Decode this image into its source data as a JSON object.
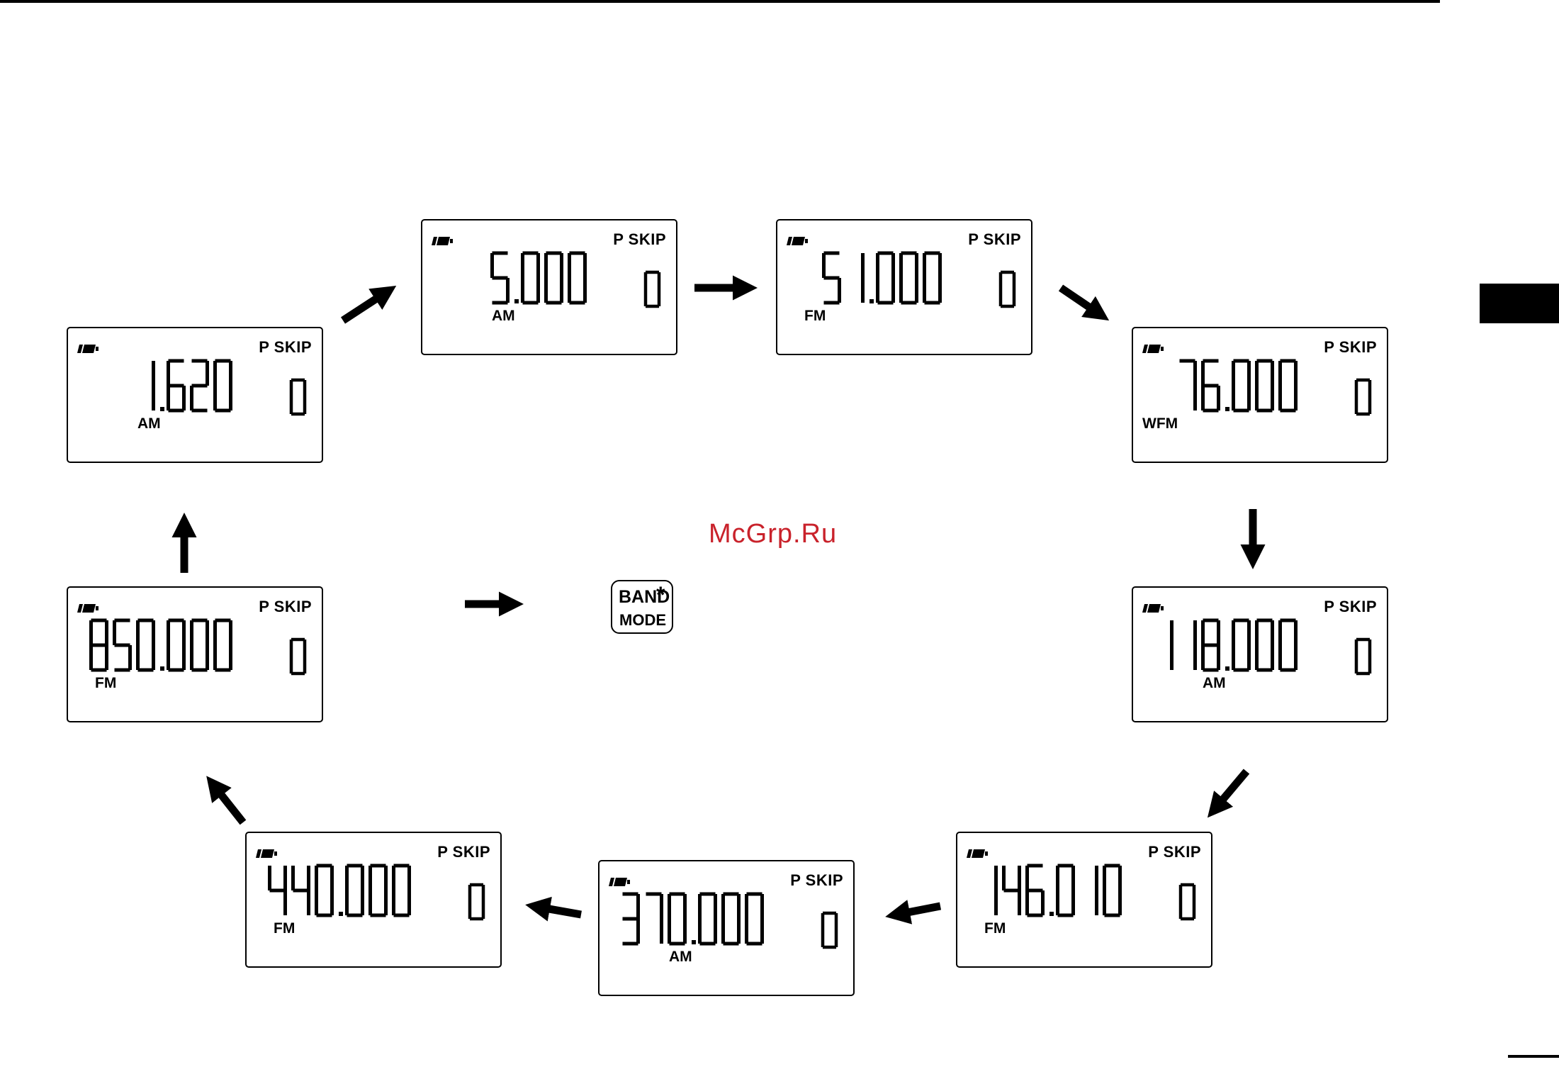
{
  "colors": {
    "ink": "#000000",
    "background": "#ffffff",
    "watermark": "#c9222b"
  },
  "watermark": "McGrp.Ru",
  "band_key": {
    "top_label": "BAND",
    "star": "*",
    "bottom_label": "MODE"
  },
  "displays": [
    {
      "id": "d1",
      "frequency": "1.620",
      "mode": "AM",
      "channel": "0",
      "indicator": "P SKIP",
      "icon": "battery-icon"
    },
    {
      "id": "d2",
      "frequency": "5.000",
      "mode": "AM",
      "channel": "0",
      "indicator": "P SKIP",
      "icon": "battery-icon"
    },
    {
      "id": "d3",
      "frequency": "51.000",
      "mode": "FM",
      "channel": "0",
      "indicator": "P SKIP",
      "icon": "battery-icon"
    },
    {
      "id": "d4",
      "frequency": "76.000",
      "mode": "WFM",
      "channel": "0",
      "indicator": "P SKIP",
      "icon": "battery-icon"
    },
    {
      "id": "d5",
      "frequency": "118.000",
      "mode": "AM",
      "channel": "0",
      "indicator": "P SKIP",
      "icon": "battery-icon"
    },
    {
      "id": "d6",
      "frequency": "146.010",
      "mode": "FM",
      "channel": "0",
      "indicator": "P SKIP",
      "icon": "battery-icon"
    },
    {
      "id": "d7",
      "frequency": "370.000",
      "mode": "AM",
      "channel": "0",
      "indicator": "P SKIP",
      "icon": "battery-icon"
    },
    {
      "id": "d8",
      "frequency": "440.000",
      "mode": "FM",
      "channel": "0",
      "indicator": "P SKIP",
      "icon": "battery-icon"
    },
    {
      "id": "d9",
      "frequency": "850.000",
      "mode": "FM",
      "channel": "0",
      "indicator": "P SKIP",
      "icon": "battery-icon"
    }
  ]
}
